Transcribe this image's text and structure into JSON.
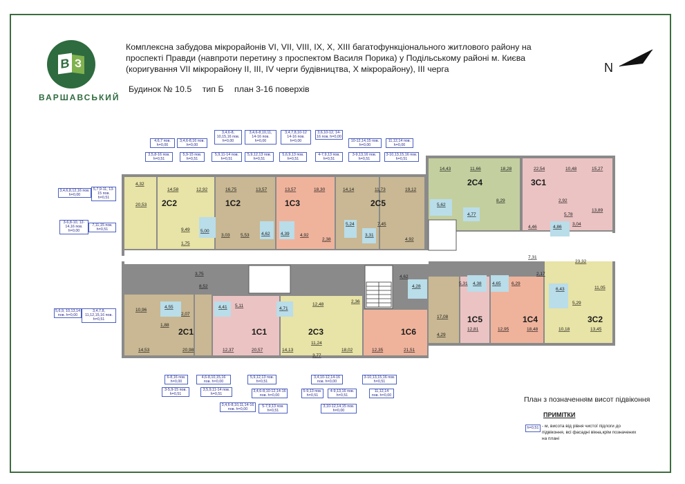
{
  "brand": {
    "name": "ВАРШАВСЬКИЙ",
    "logo_left": "В",
    "logo_right": "З"
  },
  "title_lines": [
    "Комплексна забудова мікрорайонів VI, VII, VIII, IX, X, XIII багатофункціонального житлового району на",
    "проспекті Правди (навпроти перетину з проспектом Василя Порика) у Подільському районі м. Києва",
    "(коригування VII мікрорайону II, III, IV черги будівництва, X мікрорайону), III черга"
  ],
  "subtitle": {
    "building": "Будинок № 10.5",
    "type": "тип Б",
    "plan": "план 3-16 поверхів"
  },
  "north_label": "N",
  "legend": {
    "title": "План з позначенням висот підвіконня",
    "notes_heading": "ПРИМІТКИ",
    "sample_tag": "h=0,51",
    "note_text": "- м, висота від рівня чистої підлоги до підвіконня, всі фасадні вікна,крім позначених на плані"
  },
  "apartments": [
    {
      "code": "2С2"
    },
    {
      "code": "1С2"
    },
    {
      "code": "1С3"
    },
    {
      "code": "2С5"
    },
    {
      "code": "2С4"
    },
    {
      "code": "3С1"
    },
    {
      "code": "2С1"
    },
    {
      "code": "1С1"
    },
    {
      "code": "2С3"
    },
    {
      "code": "1С6"
    },
    {
      "code": "1С5"
    },
    {
      "code": "1С4"
    },
    {
      "code": "3С2"
    }
  ],
  "areas": {
    "top": [
      "4,32",
      "20,53",
      "14,58",
      "12,92",
      "16,75",
      "13,57",
      "13,57",
      "18,30",
      "14,14",
      "11,73",
      "19,12",
      "14,43",
      "11,66",
      "18,28",
      "22,54",
      "10,48",
      "15,27"
    ],
    "mid_top": [
      "9,49",
      "5,00",
      "1,75",
      "3,03",
      "5,53",
      "4,62",
      "4,39",
      "4,92",
      "2,38",
      "5,24",
      "3,31",
      "7,45",
      "4,92",
      "5,62",
      "4,77",
      "8,29",
      "2,92",
      "5,78",
      "13,89",
      "4,46",
      "4,86",
      "3,04"
    ],
    "mid_bottom": [
      "3,75",
      "8,52",
      "4,55",
      "1,88",
      "2,07",
      "4,41",
      "5,11",
      "4,71",
      "12,48",
      "2,36",
      "4,62",
      "4,28",
      "5,31",
      "4,38",
      "4,65",
      "6,29",
      "2,17",
      "6,43",
      "7,31",
      "23,32",
      "5,29",
      "11,05"
    ],
    "bottom": [
      "10,96",
      "14,53",
      "20,98",
      "12,37",
      "20,57",
      "14,13",
      "11,24",
      "3,77",
      "18,02",
      "12,35",
      "21,51",
      "17,08",
      "4,29",
      "12,81",
      "12,95",
      "18,48",
      "10,18",
      "13,45"
    ]
  },
  "tags": {
    "t1": "4,6,7 пов. h=0,00",
    "t2": "3,5,8-16 пов. h=0,51",
    "t3": "3,4,6-8,16 пов. h=0,00",
    "t4": "5,9-15 пов. h=0,51",
    "t5": "3,4,6-8, 10,15,16 пов. h=0,00",
    "t6": "5,9,11-14 пов. h=0,51",
    "t7": "3,4,6-8,10,11, 14-16 пов. h=0,00",
    "t8": "5,9,12,13 пов. h=0,51",
    "t9": "3,4,7,8,10-12 14-16 пов. h=0,00",
    "t10": "5,6,9,13 пов. h=0,51",
    "t11": "3,6,10-12, 14-16 пов. h=0,00",
    "t12": "4-7,9,13 пов. h=0,51",
    "t13": "10-12,14,15 пов. h=0,00",
    "t14": "3-9,13,16 пов. h=0,51",
    "t15": "11,12,14 пов. h=0,00",
    "t16": "3-10,13,15,16 пов. h=0,51",
    "l1": "3,4,6,8,12,16 пов. h=0,00",
    "l2": "5,7,9-11, 13-15 пов. h=0,51",
    "l3": "3-6,8-10, 12-14,16 пов. h=0,00",
    "l4": "7,11,15 пов. h=0,51",
    "l5": "5,6,9, 10,13,14 пов. h=0,00",
    "l6": "3,4,7,8, 11,12,15,16 пов. h=0,51",
    "b1": "6-8,16 пов. h=0,00",
    "b2": "3-5,9-15 пов. h=0,51",
    "b3": "4,6-8,10,15,16 пов. h=0,00",
    "b4": "3,5,9,11-14 пов. h=0,51",
    "b5": "5,9,12,13 пов. h=0,51",
    "b6": "3,4,6-8,10-12,14-16 пов. h=0,00",
    "b7": "3,4,6-8,10,11,14-16 пов. h=0,00",
    "b8": "5-7,9,13 пов. h=0,51",
    "b9": "3,4,10-12,14-16 пов. h=0,00",
    "b10": "5-9,13 пов. h=0,51",
    "b11": "4-9,13,16 пов. h=0,51",
    "b12": "3,10-12,14,15 пов. h=0,00",
    "b13": "3-10,13,15,16 пов. h=0,51",
    "b14": "11,12,14 пов. h=0,00"
  },
  "colors": {
    "frame": "#3c6b3f",
    "tag_border": "#4a5fc0",
    "yellow": "#e8e3a6",
    "tan": "#c9b893",
    "pink": "#ebc3c3",
    "salmon": "#efb39c",
    "green": "#c3cf9f",
    "wall": "#5a5a5a",
    "bath": "#b9dde9"
  }
}
